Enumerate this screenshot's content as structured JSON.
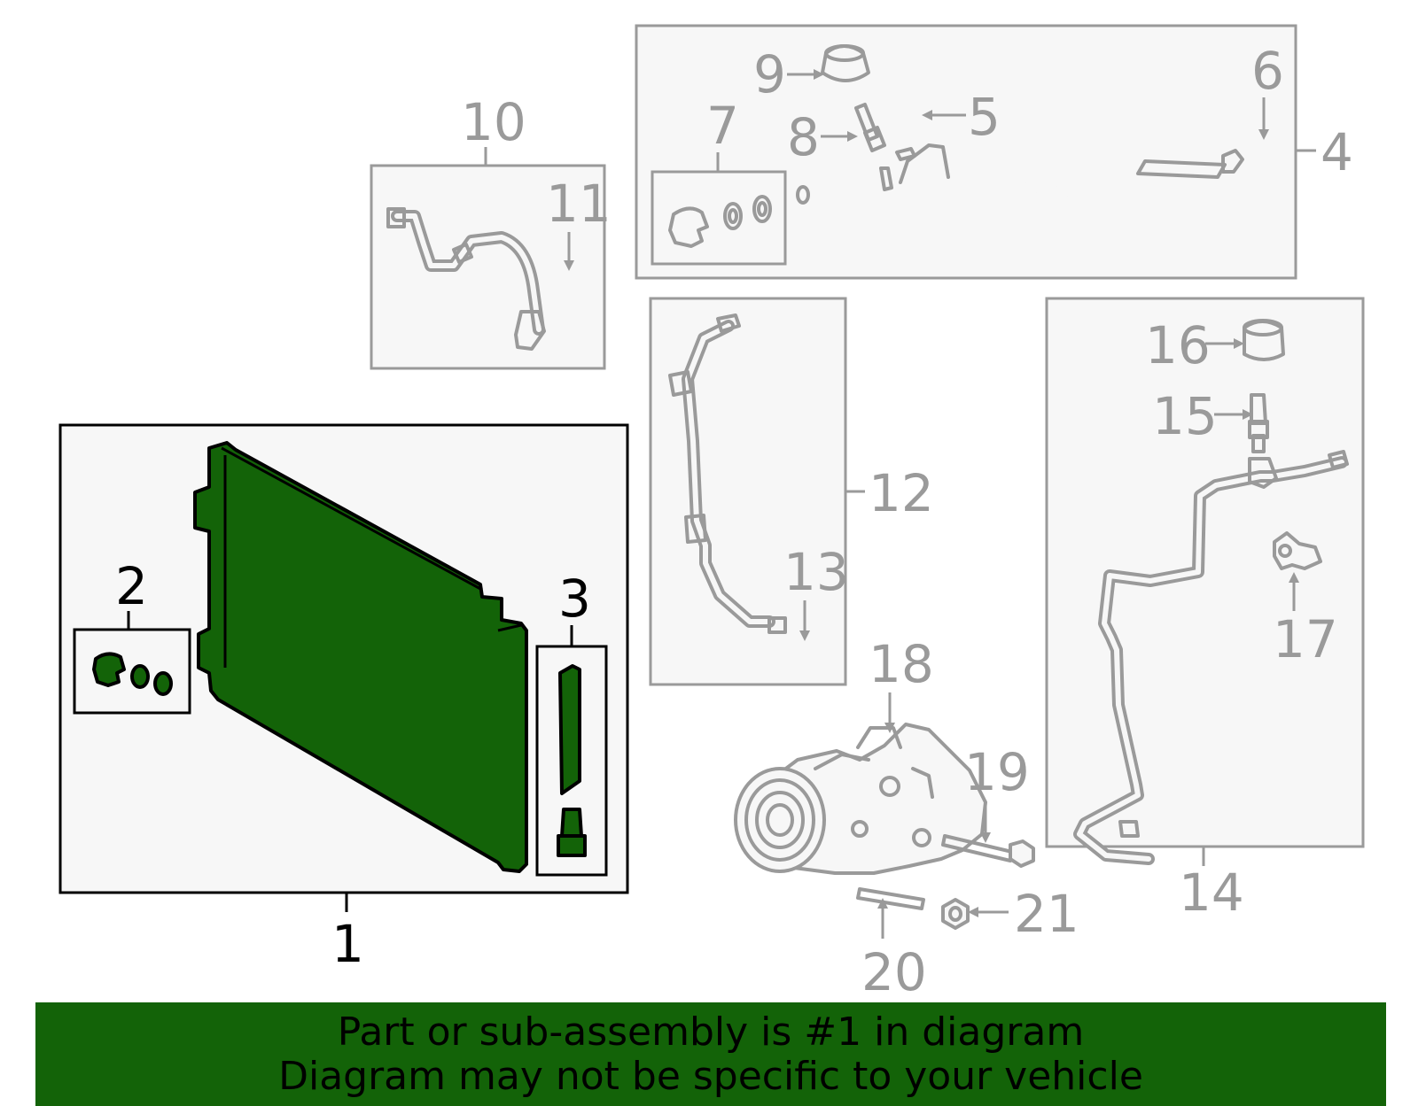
{
  "colors": {
    "highlight": "#136308",
    "gray_parts": "#9a9a9a",
    "box_background": "#f7f7f7"
  },
  "callouts": {
    "c1": "1",
    "c2": "2",
    "c3": "3",
    "c4": "4",
    "c5": "5",
    "c6": "6",
    "c7": "7",
    "c8": "8",
    "c9": "9",
    "c10": "10",
    "c11": "11",
    "c12": "12",
    "c13": "13",
    "c14": "14",
    "c15": "15",
    "c16": "16",
    "c17": "17",
    "c18": "18",
    "c19": "19",
    "c20": "20",
    "c21": "21"
  },
  "banner": {
    "line1": "Part or sub-assembly is #1 in diagram",
    "line2": "Diagram may not be specific to your vehicle"
  }
}
